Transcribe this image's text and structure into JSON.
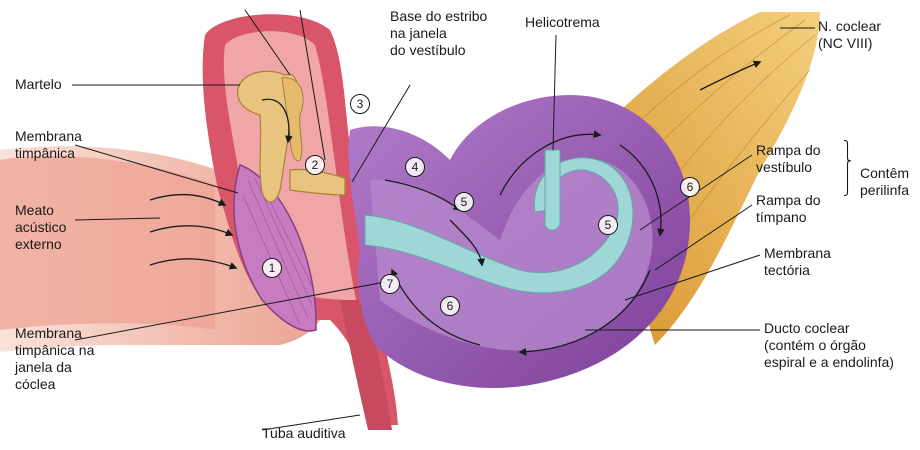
{
  "labels": {
    "martelo": "Martelo",
    "membrana_timpanica": [
      "Membrana",
      "timpânica"
    ],
    "meato": [
      "Meato",
      "acústico",
      "externo"
    ],
    "membrana_janela_coclea": [
      "Membrana",
      "timpânica na",
      "janela da",
      "cóclea"
    ],
    "tuba_auditiva": "Tuba auditiva",
    "base_estribo": [
      "Base do estribo",
      "na janela",
      "do vestíbulo"
    ],
    "helicotrema": "Helicotrema",
    "n_coclear": [
      "N. coclear",
      "(NC VIII)"
    ],
    "rampa_vestibulo": [
      "Rampa do",
      "vestíbulo"
    ],
    "rampa_timpano": [
      "Rampa do",
      "tímpano"
    ],
    "contem_perilinfa": [
      "Contêm",
      "perilinfa"
    ],
    "membrana_tectoria": [
      "Membrana",
      "tectória"
    ],
    "ducto_coclear": [
      "Ducto coclear",
      "(contém o órgão",
      "espiral e a endolinfa)"
    ]
  },
  "step_markers": [
    "1",
    "2",
    "3",
    "4",
    "5",
    "5",
    "6",
    "6",
    "7"
  ],
  "colors": {
    "skin": "#f2b4a6",
    "canal": "#e8897f",
    "middle_ear": "#d9566a",
    "ossicle": "#e9c47f",
    "cochlea": "#9a5cb3",
    "cochlea_light": "#c79bd8",
    "duct": "#9fd6d6",
    "nerve": "#e8b250"
  }
}
